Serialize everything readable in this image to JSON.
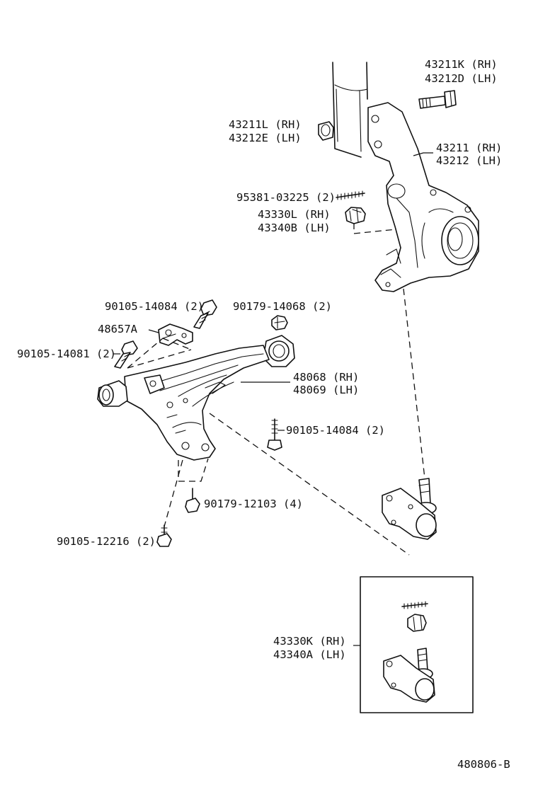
{
  "labels": {
    "knuckle_bolt_rh": "43211K (RH)",
    "knuckle_bolt_lh": "43212D (LH)",
    "knuckle_nut_rh": "43211L (RH)",
    "knuckle_nut_lh": "43212E (LH)",
    "knuckle_rh": "43211 (RH)",
    "knuckle_lh": "43212 (LH)",
    "cotter_pin": "95381-03225 (2)",
    "ball_nut_rh": "43330L (RH)",
    "ball_nut_lh": "43340B (LH)",
    "bolt_14084_top": "90105-14084 (2)",
    "nut_14068": "90179-14068 (2)",
    "bracket": "48657A",
    "bolt_14081": "90105-14081 (2)",
    "arm_rh": "48068 (RH)",
    "arm_lh": "48069 (LH)",
    "bolt_14084_mid": "90105-14084 (2)",
    "nut_12103": "90179-12103 (4)",
    "bolt_12216": "90105-12216 (2)",
    "ball_joint_rh": "43330K (RH)",
    "ball_joint_lh": "43340A (LH)",
    "diagram_code": "480806-B"
  }
}
